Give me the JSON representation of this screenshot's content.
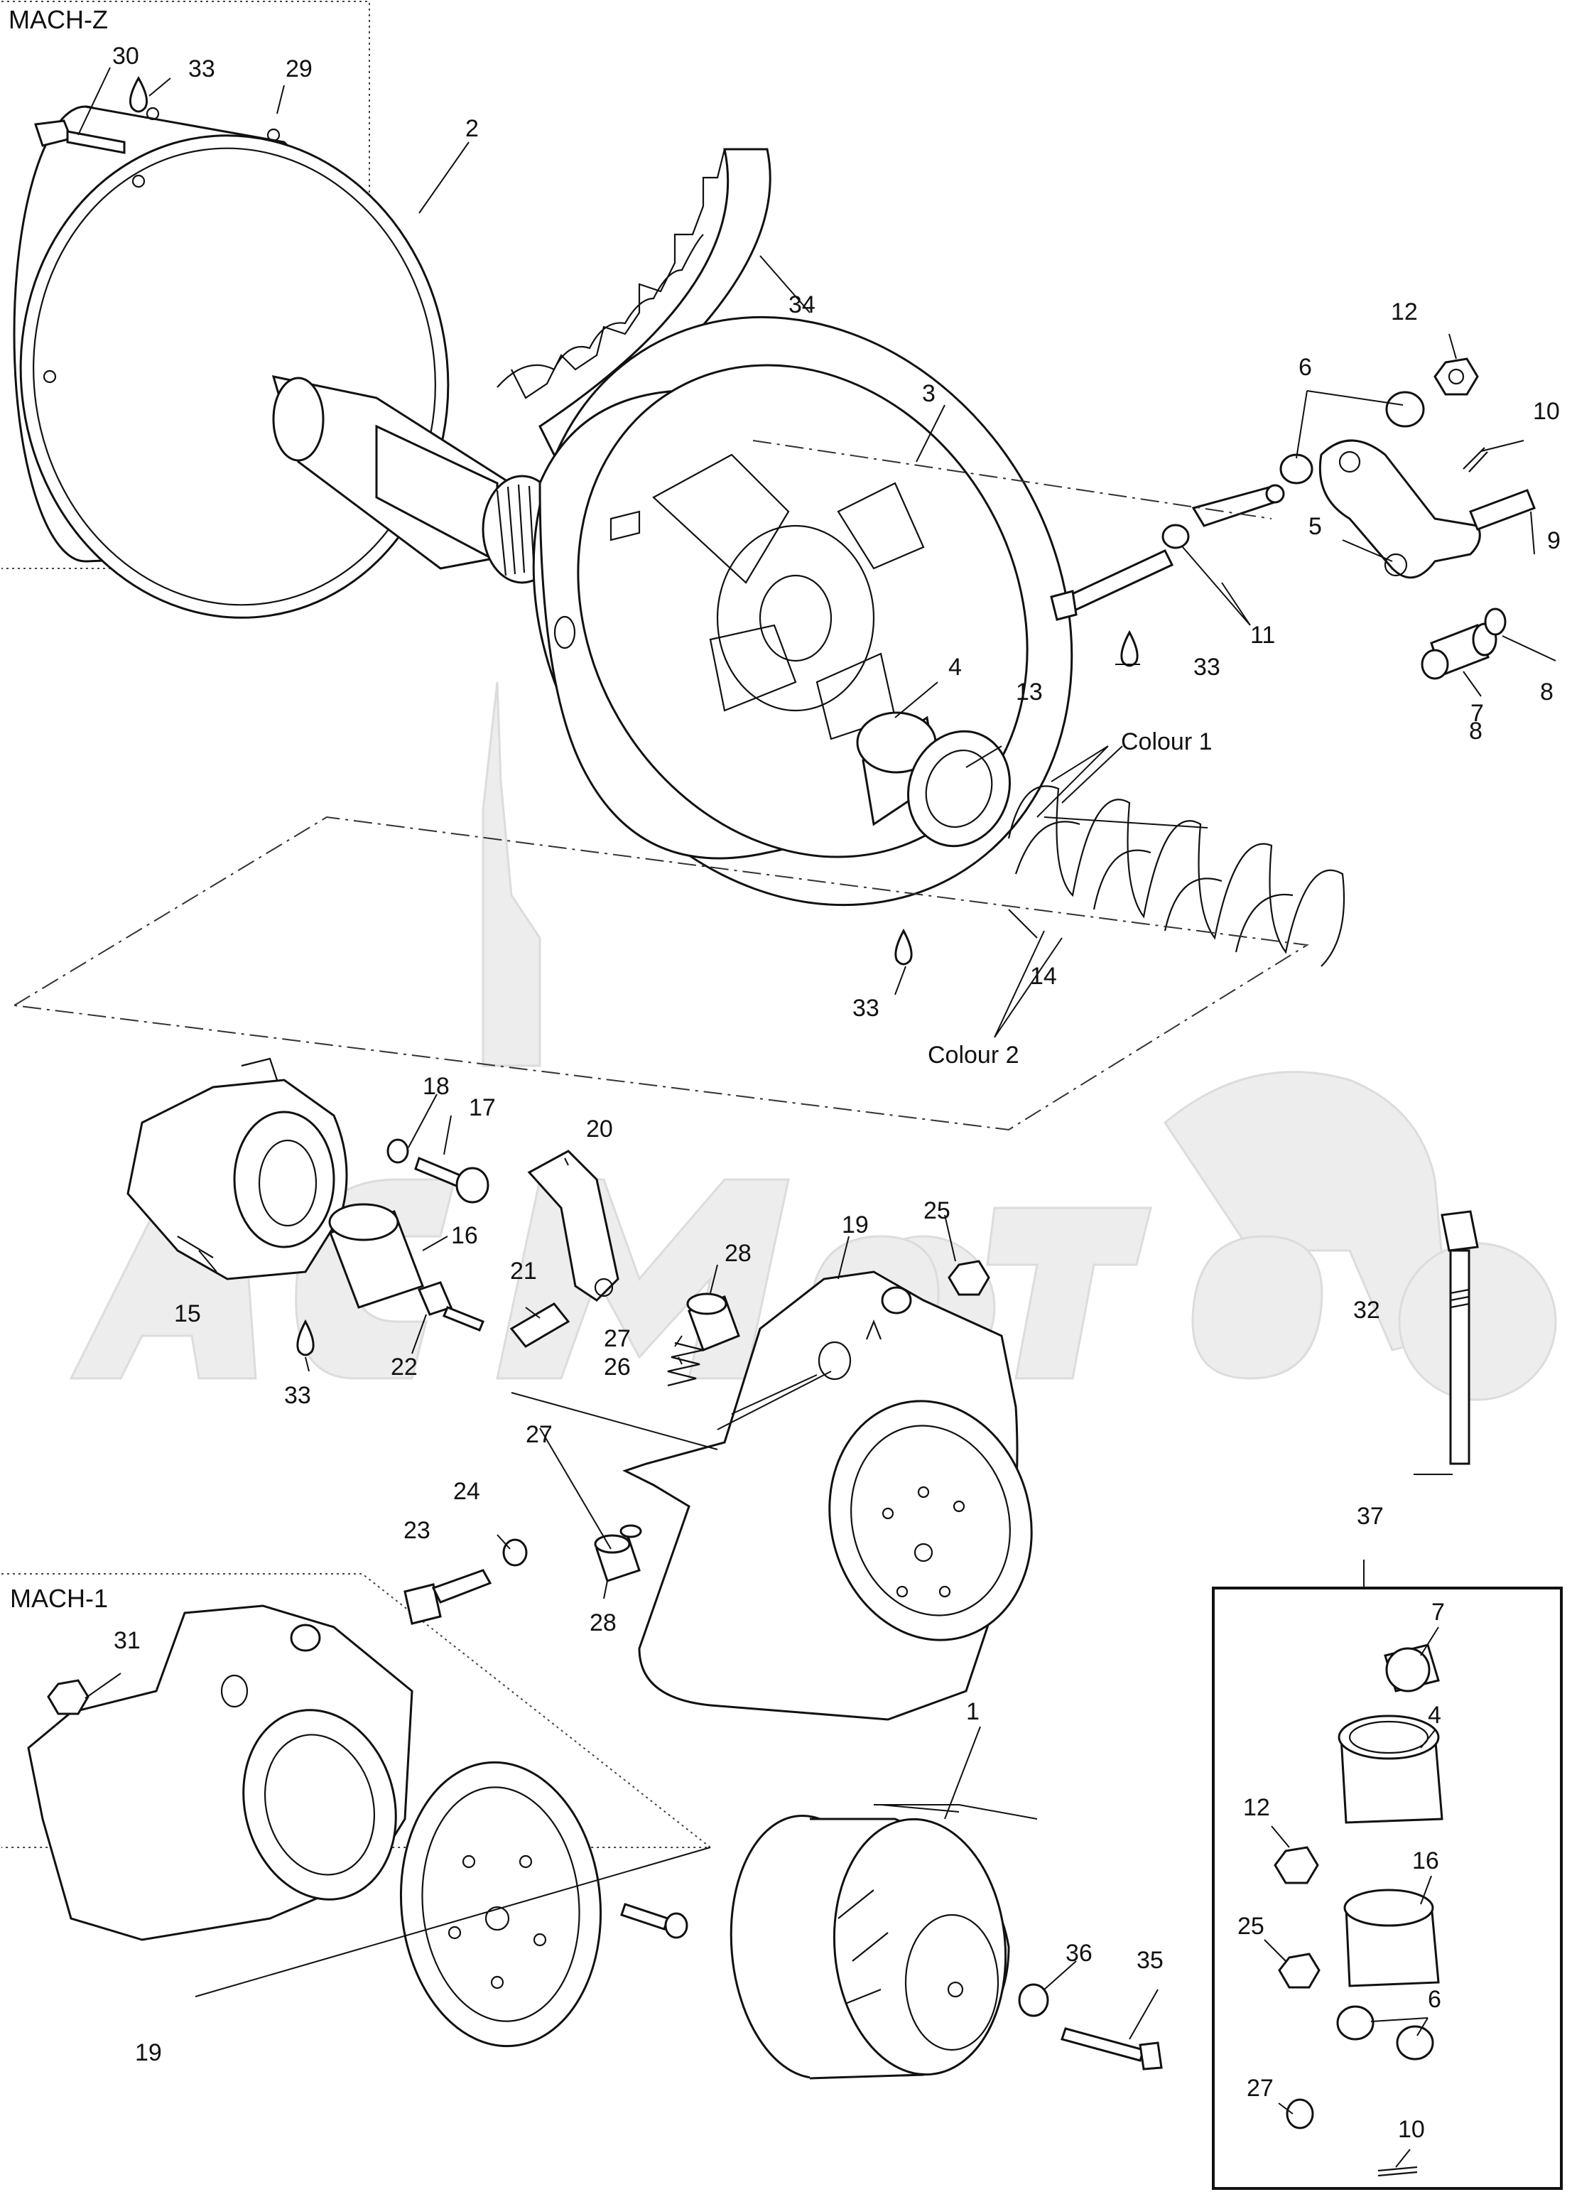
{
  "sections": {
    "mach_z": "MACH-Z",
    "mach_1": "MACH-1"
  },
  "annotations": {
    "colour_1": "Colour 1",
    "colour_2": "Colour 2"
  },
  "callouts": {
    "n1": "1",
    "n2": "2",
    "n3": "3",
    "n4": "4",
    "n5": "5",
    "n6": "6",
    "n7": "7",
    "n8": "8",
    "n9": "9",
    "n10": "10",
    "n11": "11",
    "n12": "12",
    "n13": "13",
    "n14": "14",
    "n15": "15",
    "n16": "16",
    "n17": "17",
    "n18": "18",
    "n19": "19",
    "n20": "20",
    "n21": "21",
    "n22": "22",
    "n23": "23",
    "n24": "24",
    "n25": "25",
    "n26": "26",
    "n27": "27",
    "n28": "28",
    "n29": "29",
    "n30": "30",
    "n31": "31",
    "n32": "32",
    "n33": "33",
    "n34": "34",
    "n35": "35",
    "n36": "36",
    "n37": "37"
  },
  "kit_callouts": {
    "k7": "7",
    "k4": "4",
    "k12": "12",
    "k16": "16",
    "k25": "25",
    "k6": "6",
    "k27": "27",
    "k10": "10"
  },
  "watermark": "AcMoto",
  "icons": [
    "grease-drop-icon"
  ],
  "colors": {
    "line": "#111111",
    "watermark": "#ececec"
  }
}
